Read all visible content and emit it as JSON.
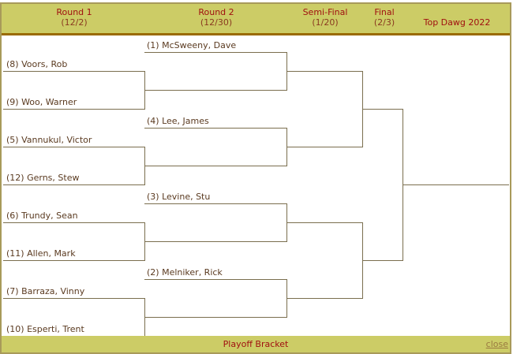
{
  "header": {
    "columns": [
      {
        "title": "Round 1",
        "date": "(12/2)"
      },
      {
        "title": "Round 2",
        "date": "(12/30)"
      },
      {
        "title": "Semi-Final",
        "date": "(1/20)"
      },
      {
        "title": "Final",
        "date": "(2/3)"
      },
      {
        "title": "Top Dawg 2022",
        "date": ""
      }
    ]
  },
  "round1": [
    "(8) Voors, Rob",
    "(9) Woo, Warner",
    "(5) Vannukul, Victor",
    "(12) Gerns, Stew",
    "(6) Trundy, Sean",
    "(11) Allen, Mark",
    "(7) Barraza, Vinny",
    "(10) Esperti, Trent"
  ],
  "round2": [
    "(1) McSweeny, Dave",
    "",
    "(4) Lee, James",
    "",
    "(3) Levine, Stu",
    "",
    "(2) Melniker, Rick",
    ""
  ],
  "semifinal": [
    "",
    "",
    "",
    ""
  ],
  "final": [
    "",
    ""
  ],
  "champion": "",
  "footer": {
    "title": "Playoff Bracket",
    "close_label": "close"
  },
  "colors": {
    "header_bg": "#cccc66",
    "header_text": "#a01010",
    "bracket_line": "#7a6e4e",
    "border": "#a89a5a"
  }
}
